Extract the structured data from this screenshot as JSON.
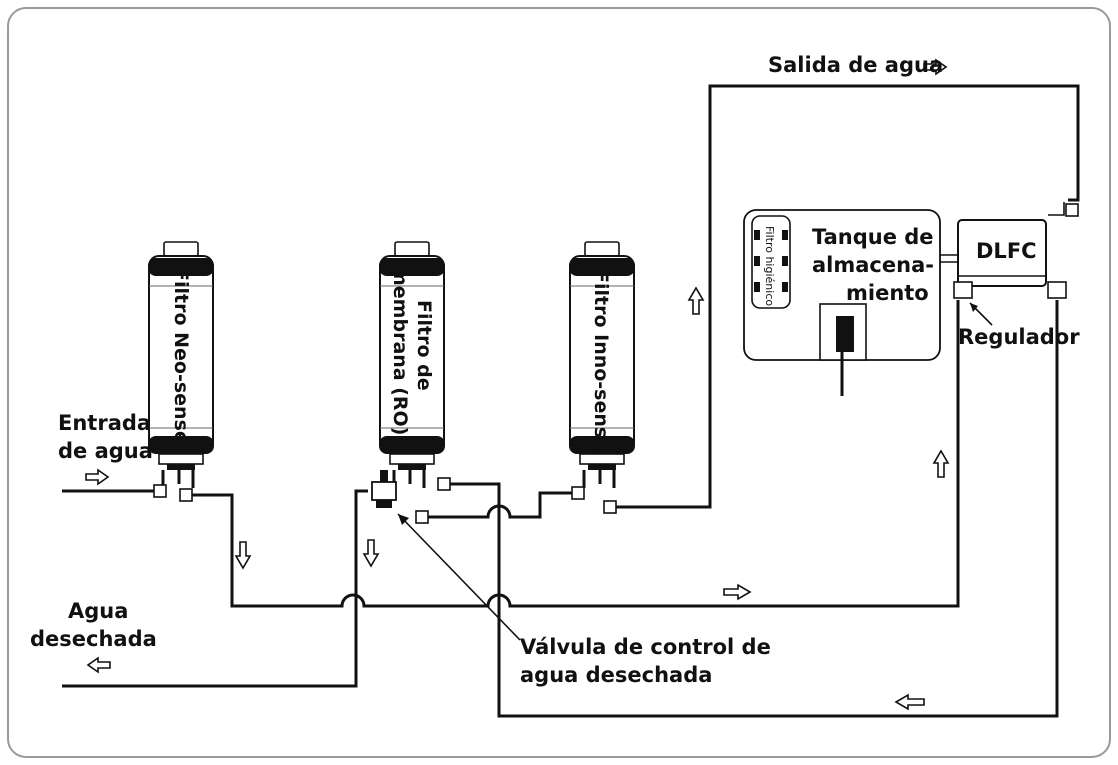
{
  "labels": {
    "water_out": "Salida de agua",
    "water_in_1": "Entrada",
    "water_in_2": "de agua",
    "waste_1": "Agua",
    "waste_2": "desechada",
    "valve_1": "Válvula de control de",
    "valve_2": "agua desechada",
    "tank_1": "Tanque de",
    "tank_2": "almacena-",
    "tank_3": "miento",
    "dlfc": "DLFC",
    "regulator": "Regulador",
    "hygienic_filter": "Filtro higiénico"
  },
  "filters": [
    {
      "lines": [
        "Filtro Neo-sense"
      ]
    },
    {
      "lines": [
        "Filtro de",
        "membrana (RO)"
      ]
    },
    {
      "lines": [
        "Filtro Inno-sense"
      ]
    }
  ]
}
